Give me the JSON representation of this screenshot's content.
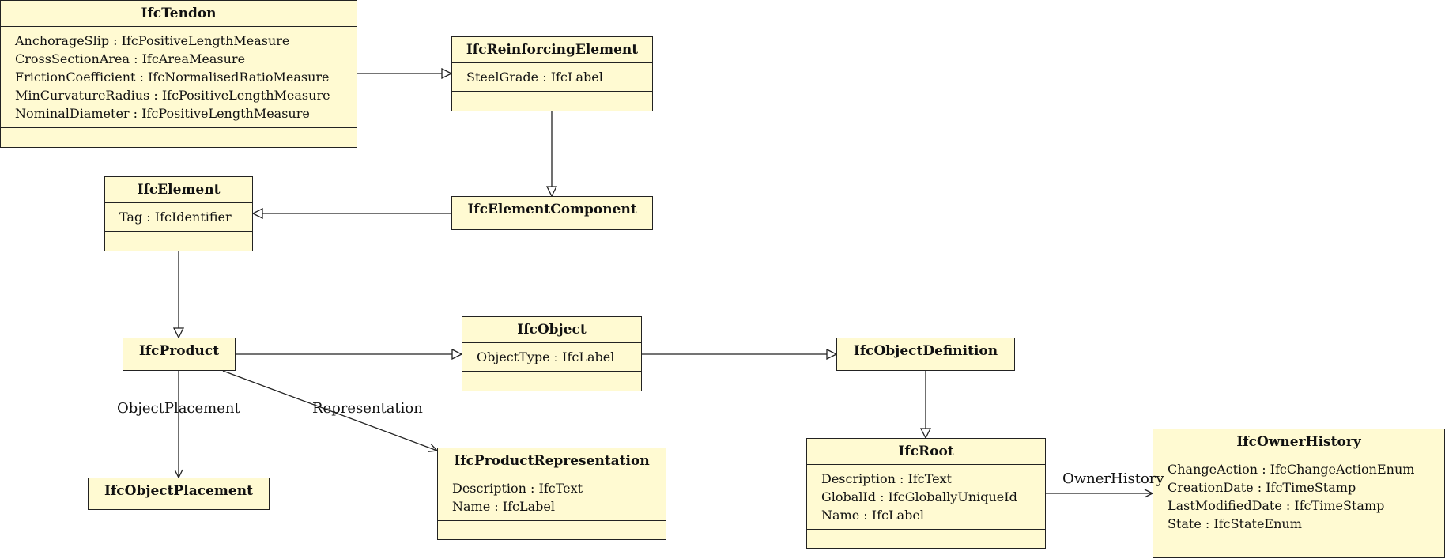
{
  "classes": {
    "tendon": {
      "name": "IfcTendon",
      "attributes": [
        "AnchorageSlip : IfcPositiveLengthMeasure",
        "CrossSectionArea : IfcAreaMeasure",
        "FrictionCoefficient : IfcNormalisedRatioMeasure",
        "MinCurvatureRadius : IfcPositiveLengthMeasure",
        "NominalDiameter : IfcPositiveLengthMeasure"
      ]
    },
    "reinforcing": {
      "name": "IfcReinforcingElement",
      "attributes": [
        "SteelGrade : IfcLabel"
      ]
    },
    "element": {
      "name": "IfcElement",
      "attributes": [
        "Tag : IfcIdentifier"
      ]
    },
    "component": {
      "name": "IfcElementComponent"
    },
    "product": {
      "name": "IfcProduct"
    },
    "object": {
      "name": "IfcObject",
      "attributes": [
        "ObjectType : IfcLabel"
      ]
    },
    "objectdef": {
      "name": "IfcObjectDefinition"
    },
    "placement": {
      "name": "IfcObjectPlacement"
    },
    "prodrep": {
      "name": "IfcProductRepresentation",
      "attributes": [
        "Description : IfcText",
        "Name : IfcLabel"
      ]
    },
    "root": {
      "name": "IfcRoot",
      "attributes": [
        "Description : IfcText",
        "GlobalId : IfcGloballyUniqueId",
        "Name : IfcLabel"
      ]
    },
    "owner": {
      "name": "IfcOwnerHistory",
      "attributes": [
        "ChangeAction : IfcChangeActionEnum",
        "CreationDate : IfcTimeStamp",
        "LastModifiedDate : IfcTimeStamp",
        "State : IfcStateEnum"
      ]
    }
  },
  "associations": {
    "object_placement": "ObjectPlacement",
    "representation": "Representation",
    "owner_history": "OwnerHistory"
  },
  "colors": {
    "box_fill": "#fffad2",
    "stroke": "#222222"
  }
}
